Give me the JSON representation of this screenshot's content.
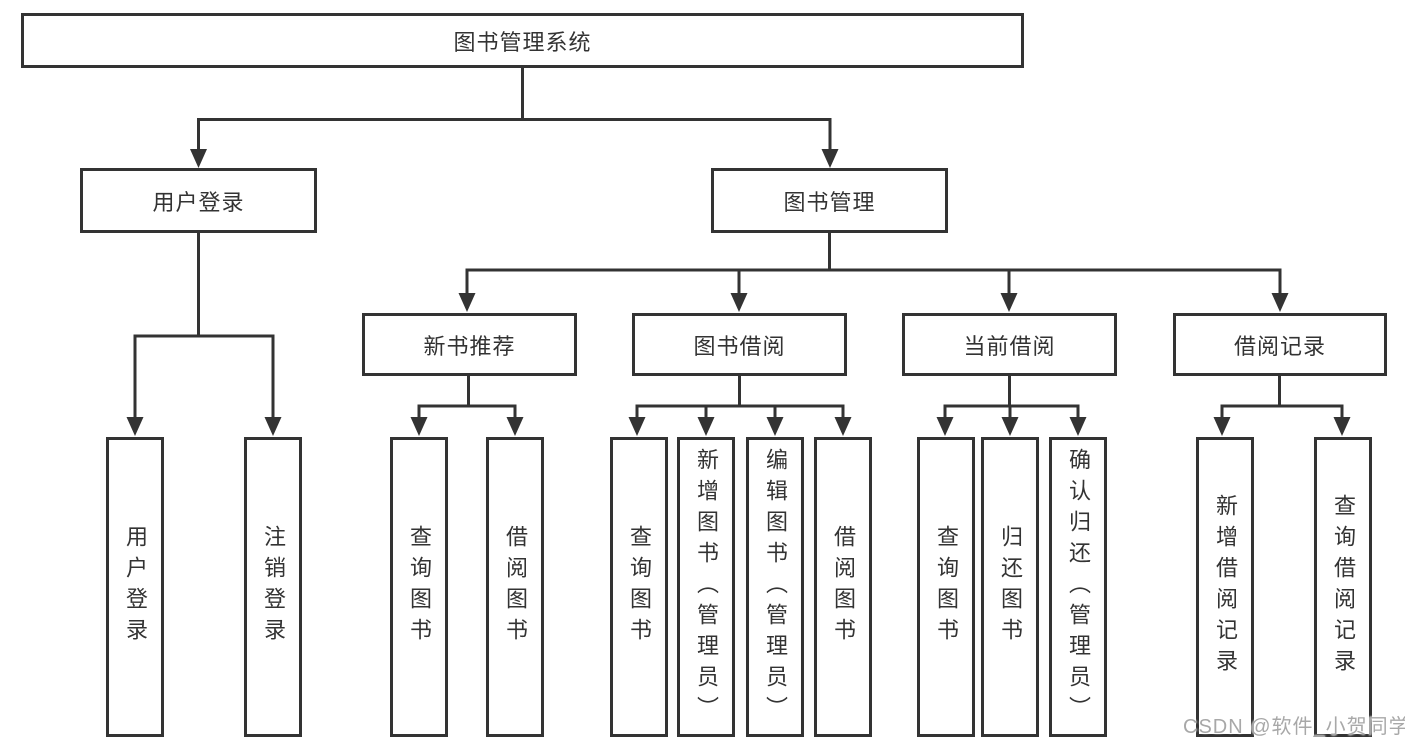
{
  "diagram": {
    "title": "图书管理系统",
    "nodes": {
      "root": "图书管理系统",
      "l2": [
        "用户登录",
        "图书管理"
      ],
      "l3": [
        "新书推荐",
        "图书借阅",
        "当前借阅",
        "借阅记录"
      ],
      "leaves": [
        "用户登录",
        "注销登录",
        "查询图书",
        "借阅图书",
        "查询图书",
        "新增图书（管理员）",
        "编辑图书（管理员）",
        "借阅图书",
        "查询图书",
        "归还图书",
        "确认归还（管理员）",
        "新增借阅记录",
        "查询借阅记录"
      ]
    },
    "hierarchy": {
      "图书管理系统": [
        "用户登录",
        "图书管理"
      ],
      "用户登录": [
        "用户登录",
        "注销登录"
      ],
      "图书管理": [
        "新书推荐",
        "图书借阅",
        "当前借阅",
        "借阅记录"
      ],
      "新书推荐": [
        "查询图书",
        "借阅图书"
      ],
      "图书借阅": [
        "查询图书",
        "新增图书（管理员）",
        "编辑图书（管理员）",
        "借阅图书"
      ],
      "当前借阅": [
        "查询图书",
        "归还图书",
        "确认归还（管理员）"
      ],
      "借阅记录": [
        "新增借阅记录",
        "查询借阅记录"
      ]
    },
    "colors": {
      "line": "#333333",
      "text": "#333333",
      "box_fill": "#ffffff",
      "background": "#ffffff",
      "watermark": "#9e9e9e"
    }
  },
  "watermark": {
    "text": "CSDN @软件_小贺同学"
  }
}
